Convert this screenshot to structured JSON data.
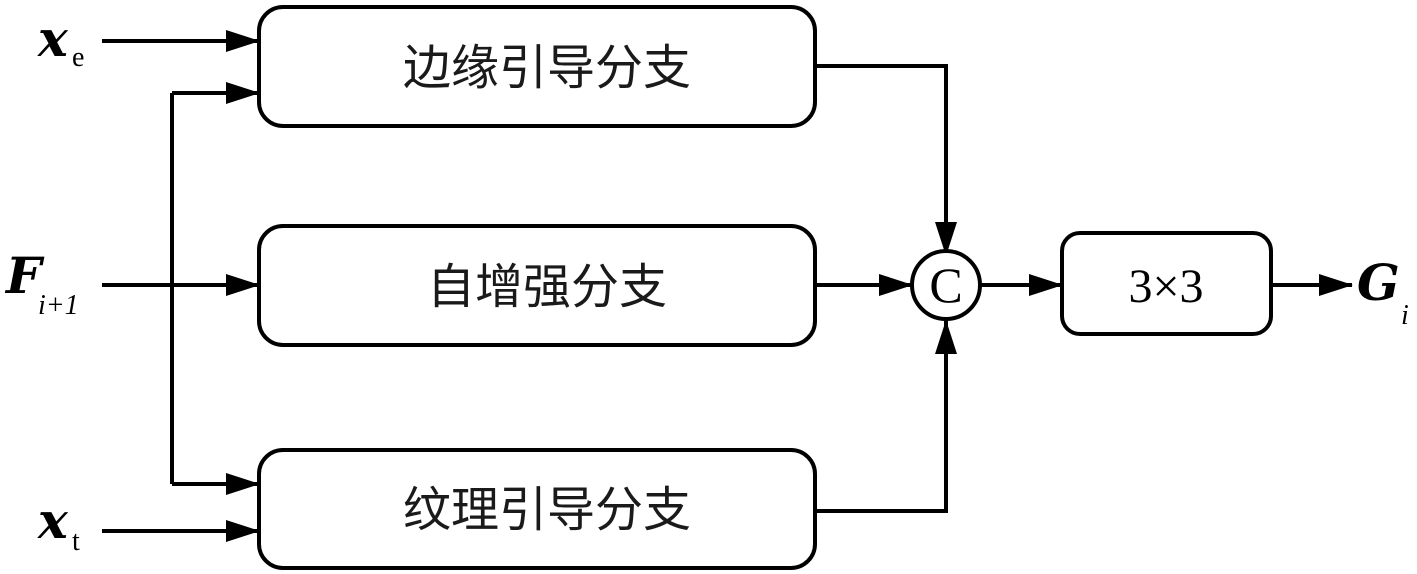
{
  "inputs": {
    "x_e": {
      "symbol": "x",
      "subscript": "e"
    },
    "f": {
      "symbol": "F",
      "subscript": "i+1"
    },
    "x_t": {
      "symbol": "x",
      "subscript": "t"
    }
  },
  "branches": {
    "edge": "边缘引导分支",
    "self": "自增强分支",
    "texture": "纹理引导分支"
  },
  "concat": {
    "symbol": "C"
  },
  "conv": {
    "label": "3×3"
  },
  "output": {
    "symbol": "G",
    "subscript": "i"
  }
}
